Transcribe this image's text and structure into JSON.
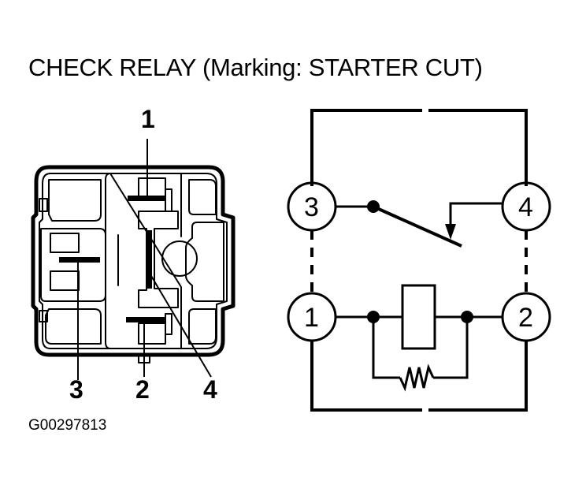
{
  "title": "CHECK RELAY (Marking: STARTER CUT)",
  "figure_id": "G00297813",
  "connector_view": {
    "callouts": [
      {
        "label": "1",
        "refers_to": "top terminal blade"
      },
      {
        "label": "3",
        "refers_to": "left terminal blade"
      },
      {
        "label": "2",
        "refers_to": "bottom terminal blade"
      },
      {
        "label": "4",
        "refers_to": "center vertical terminal blade"
      }
    ]
  },
  "schematic": {
    "terminals": [
      {
        "id": "3",
        "position": "top-left"
      },
      {
        "id": "4",
        "position": "top-right"
      },
      {
        "id": "1",
        "position": "bottom-left"
      },
      {
        "id": "2",
        "position": "bottom-right"
      }
    ],
    "components": [
      {
        "type": "switch",
        "between": [
          "3",
          "4"
        ],
        "state": "normally open"
      },
      {
        "type": "coil",
        "between": [
          "1",
          "2"
        ]
      },
      {
        "type": "resistor",
        "between": [
          "1",
          "2"
        ],
        "arrangement": "parallel with coil"
      }
    ],
    "enclosure": "dashed outline"
  }
}
